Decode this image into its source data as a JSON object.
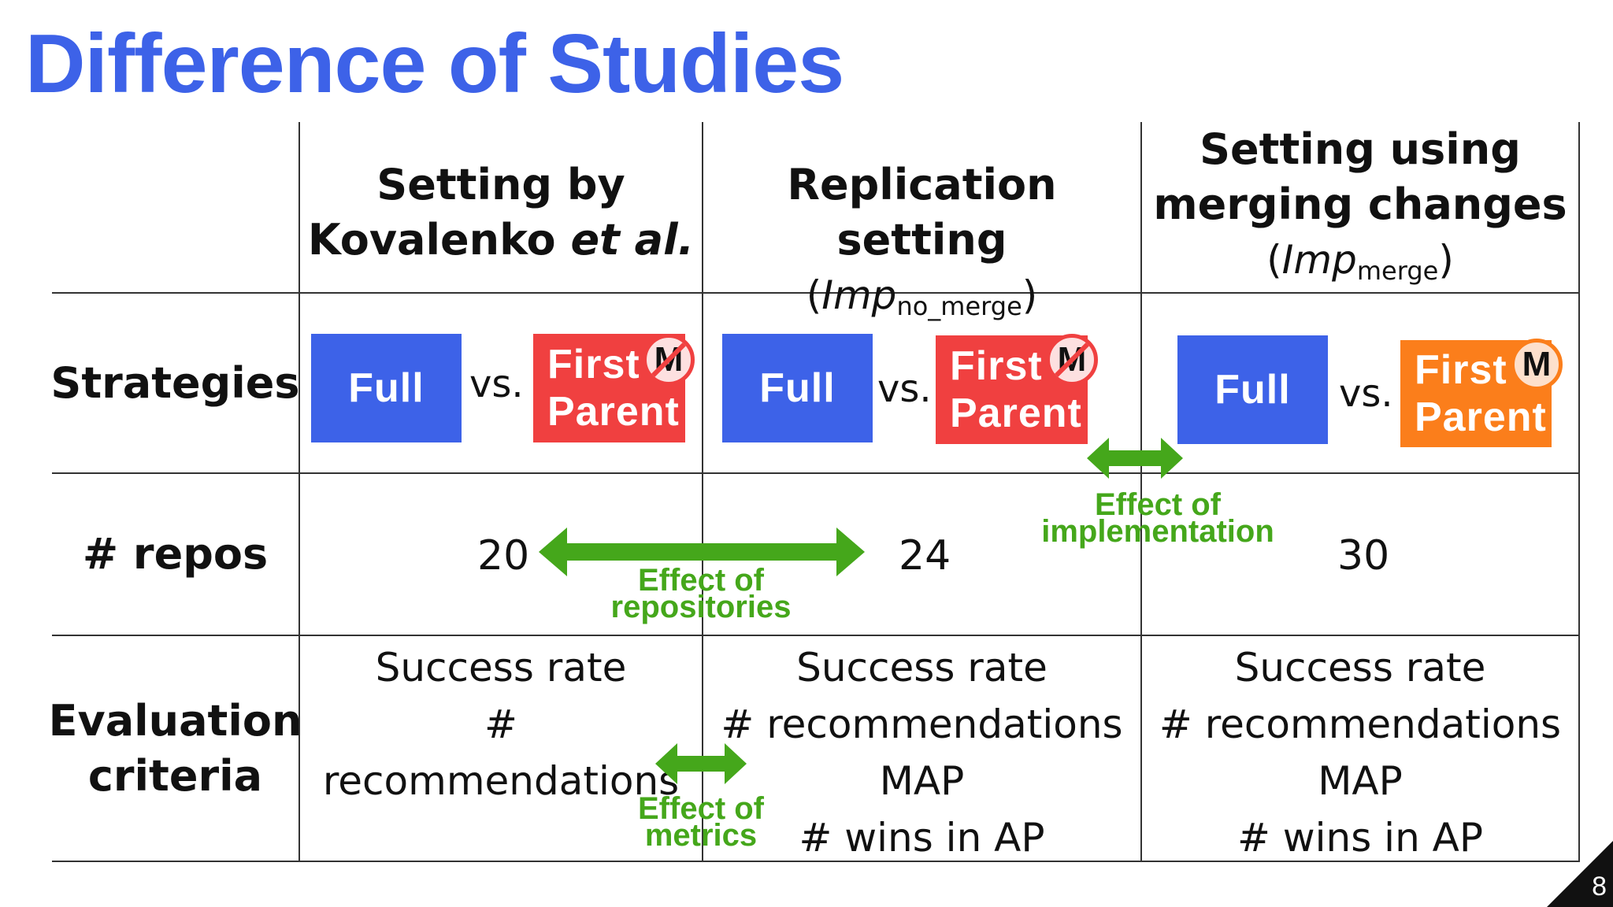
{
  "slide": {
    "title": "Difference of Studies",
    "page_number": "8"
  },
  "columns": [
    {
      "header_line1": "Setting by",
      "header_line2_main": "Kovalenko ",
      "header_line2_emph": "et al.",
      "sub_prefix": "",
      "sub_imp": "",
      "sub_subscript": "",
      "sub_suffix": ""
    },
    {
      "header_line1": "Replication setting",
      "sub_prefix": "(",
      "sub_imp": "Imp",
      "sub_subscript": "no_merge",
      "sub_suffix": ")"
    },
    {
      "header_line1": "Setting using",
      "header_line2": "merging changes",
      "sub_prefix": "(",
      "sub_imp": "Imp",
      "sub_subscript": "merge",
      "sub_suffix": ")"
    }
  ],
  "rows": {
    "strategies_label": "Strategies",
    "repos_label": "# repos",
    "evaluation_label_line1": "Evaluation",
    "evaluation_label_line2": "criteria"
  },
  "strategies": {
    "full_label": "Full",
    "vs_label": "vs.",
    "first_parent_line1": "First",
    "first_parent_line2": "Parent",
    "merge_badge": "M",
    "colors": {
      "full": "#3d62e8",
      "first_parent_no_merge": "#f04040",
      "first_parent_merge": "#fb7e1b"
    }
  },
  "repos": [
    "20",
    "24",
    "30"
  ],
  "evaluation": [
    [
      "Success rate",
      "# recommendations"
    ],
    [
      "Success rate",
      "# recommendations",
      "MAP",
      "# wins in AP"
    ],
    [
      "Success rate",
      "# recommendations",
      "MAP",
      "# wins in AP"
    ]
  ],
  "effects": {
    "repositories_line1": "Effect of",
    "repositories_line2": "repositories",
    "implementation_line1": "Effect of",
    "implementation_line2": "implementation",
    "metrics_line1": "Effect of",
    "metrics_line2": "metrics",
    "color": "#45a71b"
  },
  "colors": {
    "title": "#3d62e8",
    "effect_green": "#45a71b"
  }
}
